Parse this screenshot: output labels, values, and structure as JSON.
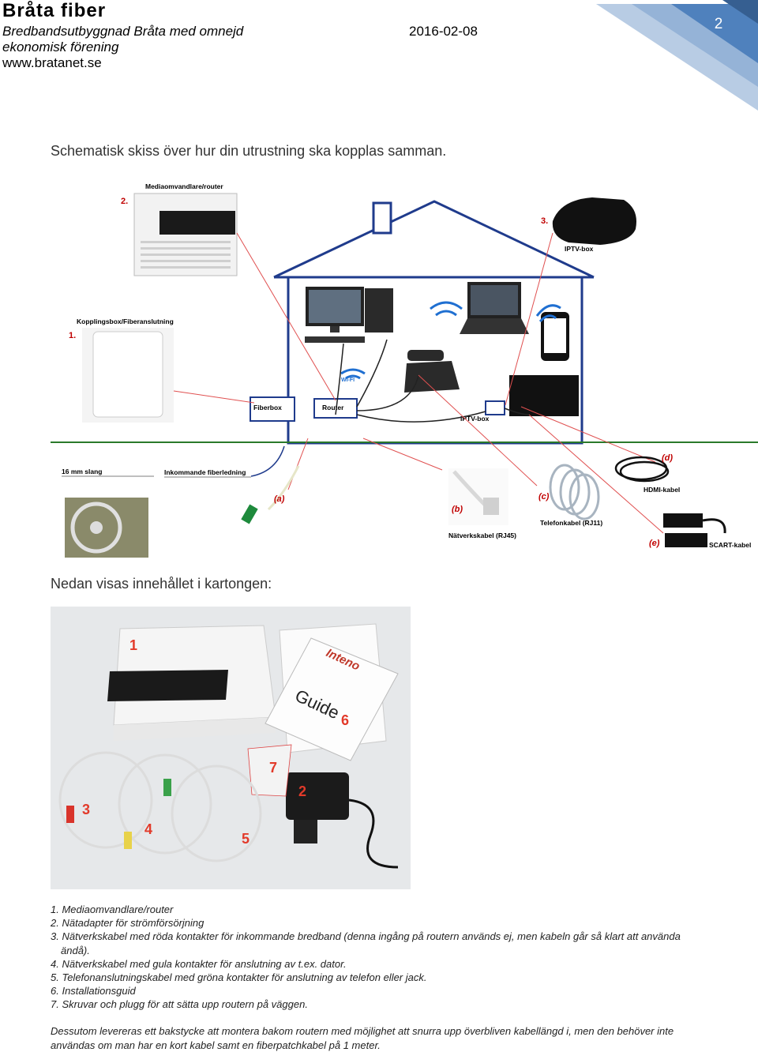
{
  "header": {
    "org_name": "Bråta fiber",
    "org_line1": "Bredbandsutbyggnad Bråta med omnejd",
    "org_line2": "ekonomisk förening",
    "website": "www.bratanet.se",
    "date": "2016-02-08",
    "page_number": "2",
    "accent_color": "#4f81bd"
  },
  "schematic": {
    "heading": "Schematisk skiss över hur din utrustning ska kopplas samman.",
    "labels": {
      "router_title": "Mediaomvandlare/router",
      "router_num": "2.",
      "iptv_num": "3.",
      "iptv_title": "IPTV-box",
      "fiberbox_title": "Kopplingsbox/Fiberanslutning",
      "fiberbox_num": "1.",
      "fiberbox_box": "Fiberbox",
      "router_box": "Router",
      "iptv_box": "IPTV-box",
      "wifi": "WI-FI",
      "hose": "16 mm slang",
      "incoming_fiber": "Inkommande fiberledning",
      "cable_a": "(a)",
      "cable_b": "(b)",
      "cable_c": "(c)",
      "cable_d": "(d)",
      "cable_e": "(e)",
      "network_cable": "Nätverkskabel (RJ45)",
      "phone_cable": "Telefonkabel (RJ11)",
      "hdmi_cable": "HDMI-kabel",
      "scart_cable": "SCART-kabel"
    }
  },
  "contents": {
    "heading": "Nedan visas innehållet i kartongen:",
    "photo_labels": [
      "1",
      "2",
      "3",
      "4",
      "5",
      "6",
      "7"
    ],
    "guide_brand": "Inteno",
    "guide_title": "Guide",
    "items": [
      "1. Mediaomvandlare/router",
      "2. Nätadapter för strömförsörjning",
      "3. Nätverkskabel med röda kontakter för inkommande bredband (denna ingång på routern används ej, men kabeln går så klart att använda ändå).",
      "4. Nätverkskabel med gula kontakter för anslutning av t.ex. dator.",
      "5. Telefonanslutningskabel med gröna kontakter för anslutning av telefon eller jack.",
      "6. Installationsguid",
      "7. Skruvar och plugg för att sätta upp routern på väggen."
    ],
    "footer_note": "Dessutom levereras ett bakstycke att montera bakom routern med möjlighet att snurra upp överbliven kabellängd i, men den behöver inte användas om man har en kort kabel samt en fiberpatchkabel på 1 meter."
  }
}
